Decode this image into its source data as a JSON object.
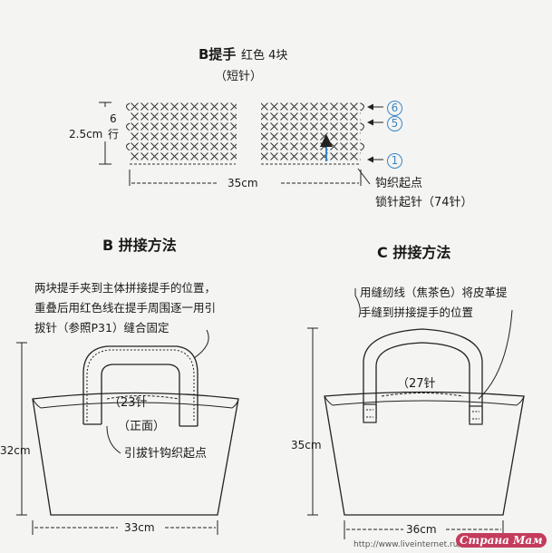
{
  "handle": {
    "title": "B提手",
    "spec": "红色 4块",
    "stitch": "（短针）",
    "height": "2.5cm",
    "rows_num": "6",
    "rows_unit": "行",
    "width": "35cm",
    "row_markers": [
      "6",
      "5",
      "1"
    ],
    "start_label": "钩织起点",
    "chain_label": "锁针起针（74针）"
  },
  "b_method": {
    "heading": "B 拼接方法",
    "note_line1": "两块提手夹到主体拼接提手的位置，",
    "note_line2": "重叠后用红色线在提手周围逐一用引",
    "note_line3": "拔针（参照P31）缝合固定",
    "stitches": "23针",
    "front": "（正面）",
    "start": "引拔针钩织起点",
    "height": "32cm",
    "width": "33cm"
  },
  "c_method": {
    "heading": "C 拼接方法",
    "note_line1": "用缝纫线（焦茶色）将皮革提",
    "note_line2": "手缝到拼接提手的位置",
    "stitches": "27针",
    "height": "35cm",
    "width": "36cm"
  },
  "watermark": {
    "url": "http://www.liveinternet.ru/users/4107412/",
    "brand": "Страна Мам"
  }
}
